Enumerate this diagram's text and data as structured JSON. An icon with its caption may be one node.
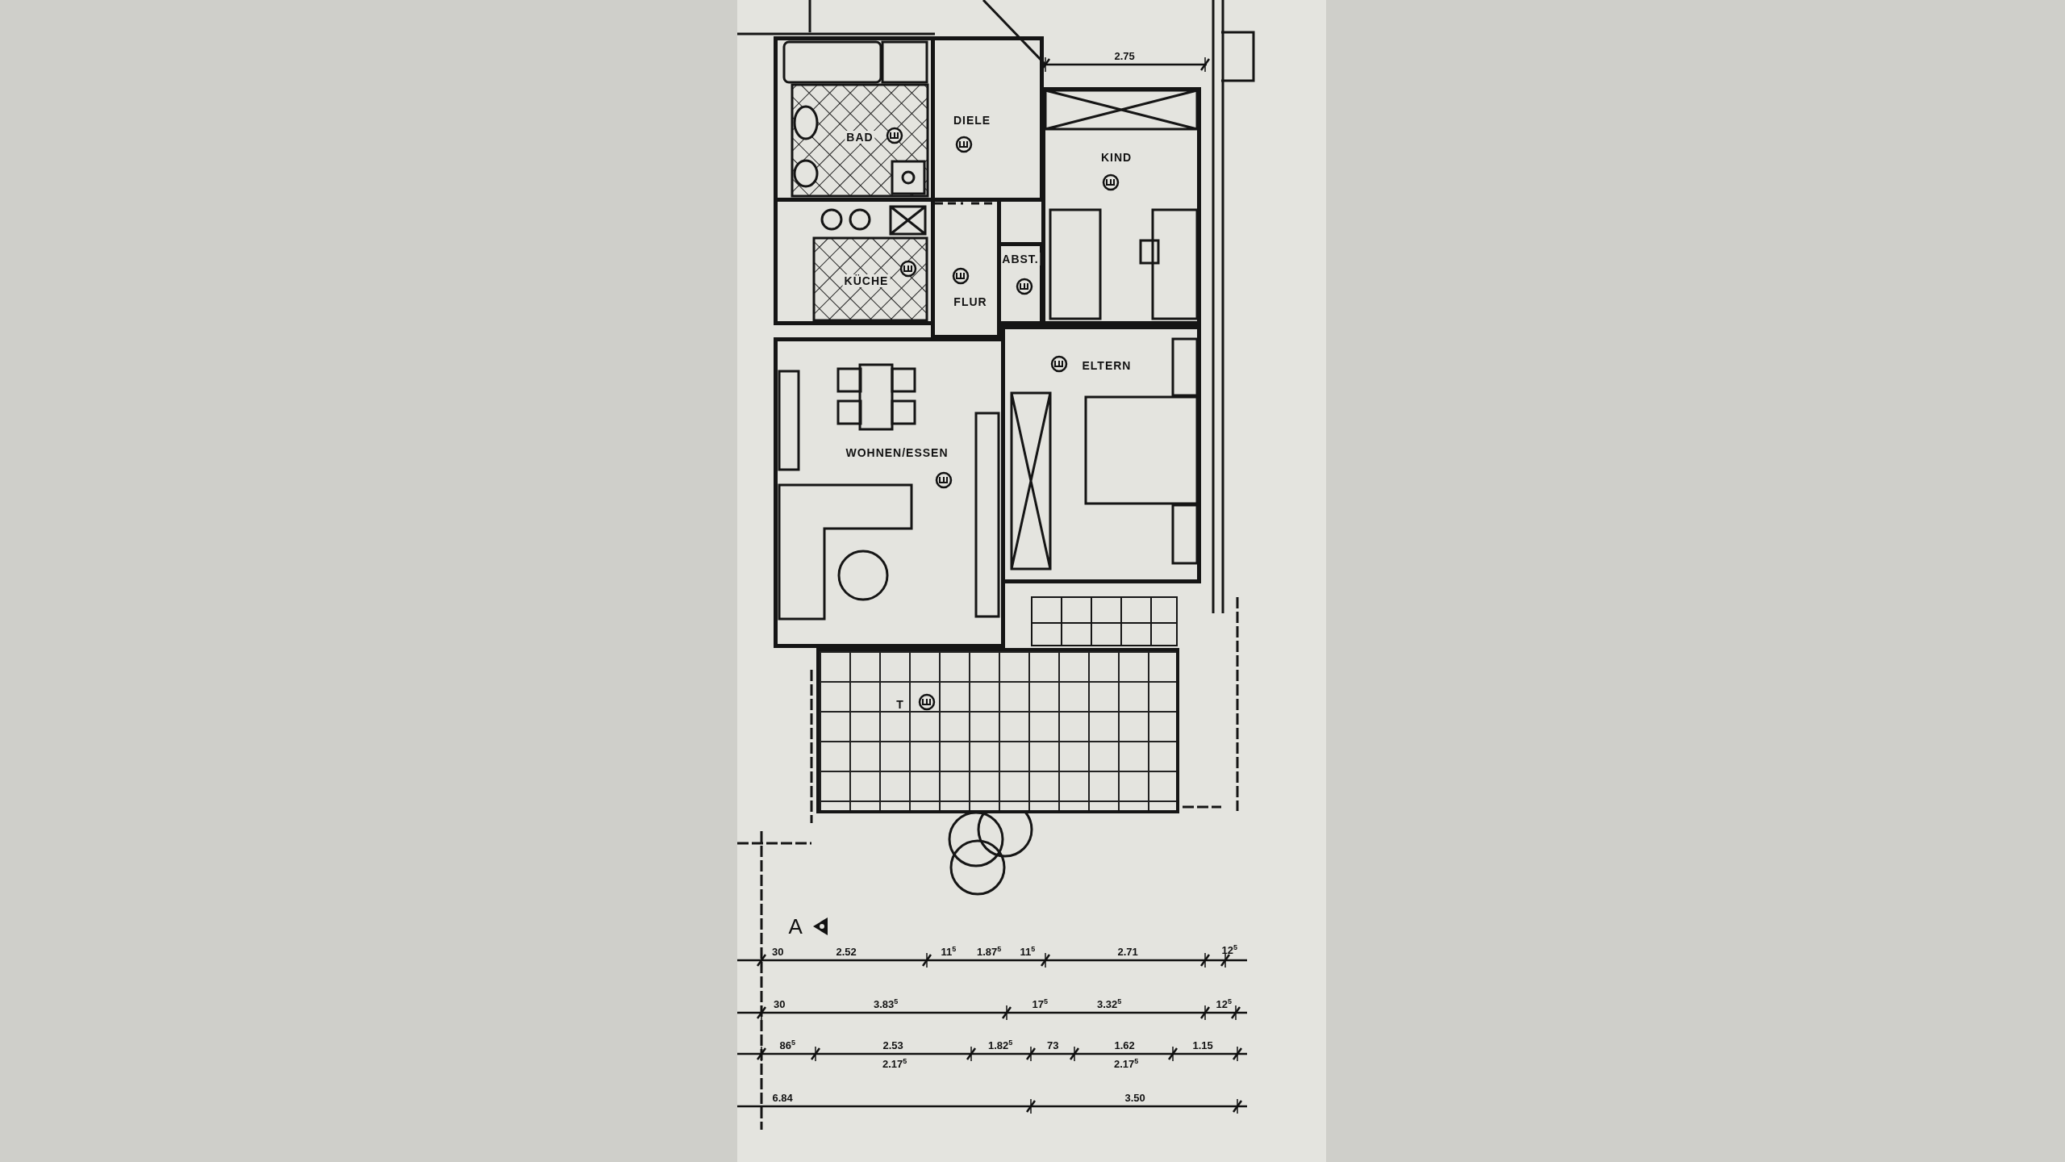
{
  "diagram": {
    "nodes": [
      {
        "text": [
          "DIELE"
        ]
      },
      {
        "text": [
          "BAD"
        ]
      },
      {
        "text": [
          "KIND"
        ]
      },
      {
        "text": [
          "ABST."
        ]
      },
      {
        "text": [
          "KÜCHE"
        ]
      },
      {
        "text": [
          "FLUR"
        ]
      },
      {
        "text": [
          "ELTERN"
        ]
      },
      {
        "text": [
          "WOHNEN/ESSEN"
        ]
      },
      {
        "text": [
          "T"
        ]
      }
    ],
    "labels": [
      "2.75",
      "A",
      "30",
      "2.52",
      "11$^{5}$",
      "1.87$^{5}$",
      "11$^{5}$",
      "2.71",
      "12$^{5}$",
      "30",
      "3.83$^{5}$",
      "17$^{5}$",
      "3.32$^{5}$",
      "12$^{5}$",
      "86$^{5}$",
      "2.53",
      "2.17$^{5}$",
      "1.82$^{5}$",
      "73",
      "1.62",
      "2.17$^{5}$",
      "1.15",
      "6.84",
      "3.50"
    ]
  }
}
